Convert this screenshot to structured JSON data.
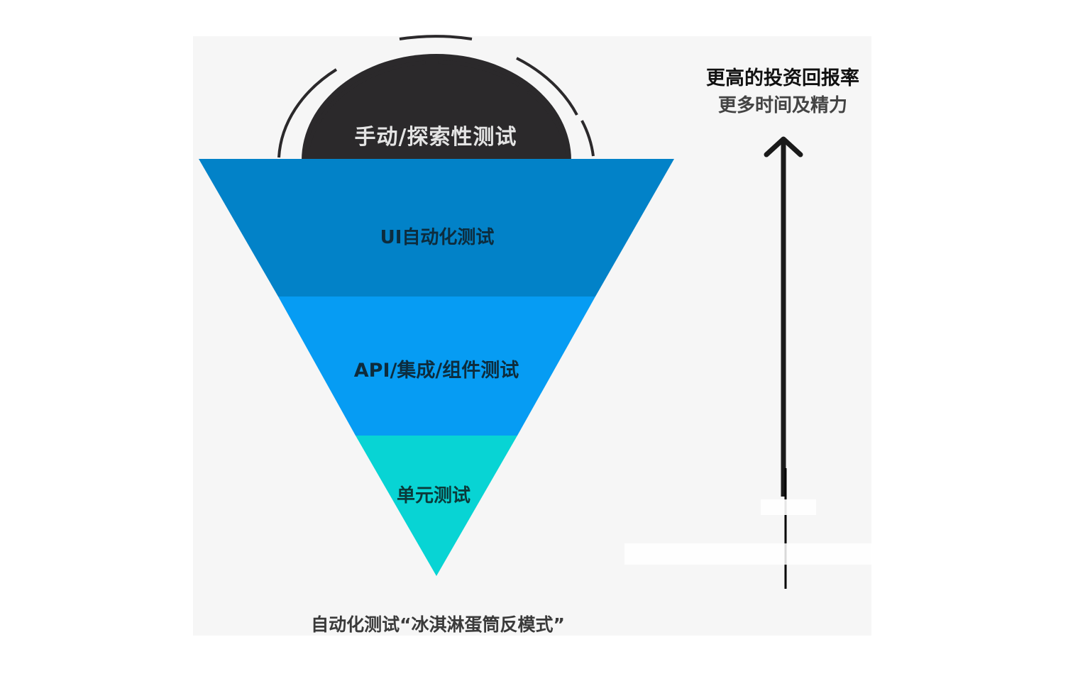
{
  "diagram": {
    "layers": {
      "manual": "手动/探索性测试",
      "ui": "UI自动化测试",
      "api": "API/集成/组件测试",
      "unit": "单元测试"
    },
    "caption": "自动化测试“冰淇淋蛋筒反模式”",
    "roi": {
      "title": "更高的投资回报率",
      "subtitle": "更多时间及精力"
    }
  },
  "colors": {
    "panel_background": "#f6f6f6",
    "manual_scoop": "#2b292b",
    "ui_layer": "#0282c8",
    "api_layer": "#069cf3",
    "unit_layer": "#08d4d4",
    "arrow": "#1a1a1a"
  }
}
